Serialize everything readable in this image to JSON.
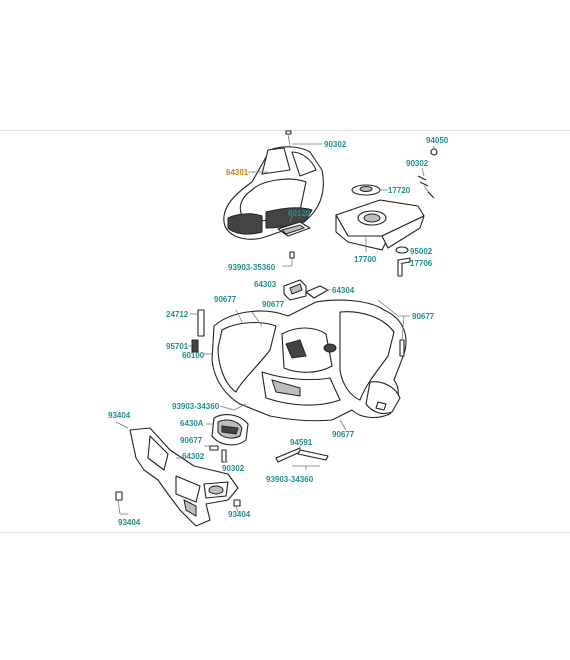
{
  "diagram": {
    "colors": {
      "label": "#1f8f93",
      "highlight": "#c8870b",
      "line": "#222222"
    },
    "labels": [
      {
        "id": "90302-a",
        "text": "90302"
      },
      {
        "id": "94050",
        "text": "94050"
      },
      {
        "id": "64301",
        "text": "64301",
        "highlight": true
      },
      {
        "id": "90302-b",
        "text": "90302"
      },
      {
        "id": "17720",
        "text": "17720"
      },
      {
        "id": "60120",
        "text": "60120"
      },
      {
        "id": "95002",
        "text": "95002"
      },
      {
        "id": "17700",
        "text": "17700"
      },
      {
        "id": "17706",
        "text": "17706"
      },
      {
        "id": "93903-35360",
        "text": "93903-35360"
      },
      {
        "id": "64303",
        "text": "64303"
      },
      {
        "id": "64304",
        "text": "64304"
      },
      {
        "id": "90677-a",
        "text": "90677"
      },
      {
        "id": "90677-b",
        "text": "90677"
      },
      {
        "id": "24712",
        "text": "24712"
      },
      {
        "id": "90677-c",
        "text": "90677"
      },
      {
        "id": "95701",
        "text": "95701"
      },
      {
        "id": "60100",
        "text": "60100"
      },
      {
        "id": "93903-34360",
        "text": "93903-34360"
      },
      {
        "id": "93404-a",
        "text": "93404"
      },
      {
        "id": "6430A",
        "text": "6430A"
      },
      {
        "id": "90677-d",
        "text": "90677"
      },
      {
        "id": "90677-e",
        "text": "90677"
      },
      {
        "id": "94591",
        "text": "94591"
      },
      {
        "id": "64302",
        "text": "64302"
      },
      {
        "id": "90302-c",
        "text": "90302"
      },
      {
        "id": "93903-34360-b",
        "text": "93903-34360"
      },
      {
        "id": "93404-b",
        "text": "93404"
      },
      {
        "id": "93404-c",
        "text": "93404"
      }
    ]
  }
}
